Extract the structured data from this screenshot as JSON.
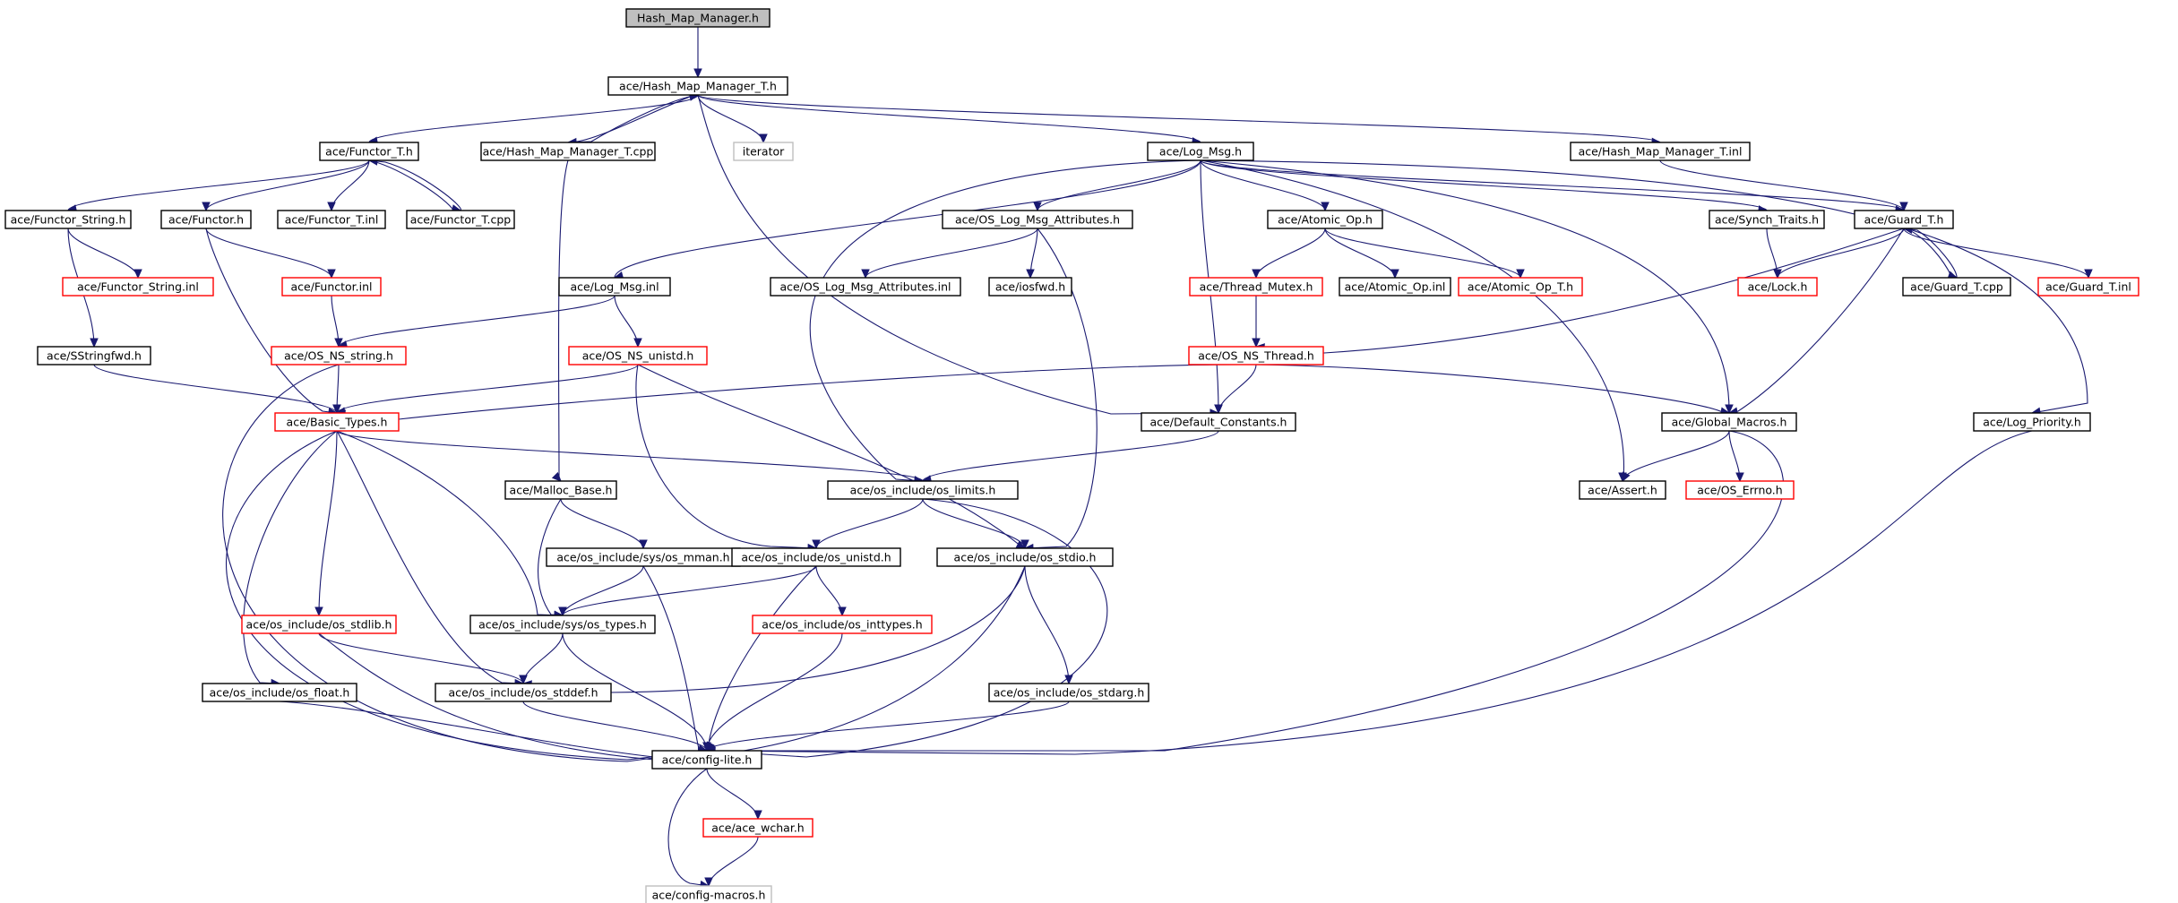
{
  "colors": {
    "edge": "#191970",
    "border_default": "#000000",
    "border_incomplete": "#ff0000",
    "border_external": "#bfbfbf",
    "root_fill": "#bfbfbf",
    "fill": "#ffffff"
  },
  "nodes": [
    {
      "id": "root",
      "label": "Hash_Map_Manager.h",
      "style": "root"
    },
    {
      "id": "hmmt",
      "label": "ace/Hash_Map_Manager_T.h",
      "style": "default"
    },
    {
      "id": "functor_t",
      "label": "ace/Functor_T.h",
      "style": "default"
    },
    {
      "id": "hmmt_cpp",
      "label": "ace/Hash_Map_Manager_T.cpp",
      "style": "default"
    },
    {
      "id": "iterator",
      "label": "iterator",
      "style": "external"
    },
    {
      "id": "log_msg",
      "label": "ace/Log_Msg.h",
      "style": "default"
    },
    {
      "id": "hmmt_inl",
      "label": "ace/Hash_Map_Manager_T.inl",
      "style": "default"
    },
    {
      "id": "functor_string",
      "label": "ace/Functor_String.h",
      "style": "default"
    },
    {
      "id": "functor",
      "label": "ace/Functor.h",
      "style": "default"
    },
    {
      "id": "functor_t_inl",
      "label": "ace/Functor_T.inl",
      "style": "default"
    },
    {
      "id": "functor_t_cpp",
      "label": "ace/Functor_T.cpp",
      "style": "default"
    },
    {
      "id": "os_lma",
      "label": "ace/OS_Log_Msg_Attributes.h",
      "style": "default"
    },
    {
      "id": "atomic_op",
      "label": "ace/Atomic_Op.h",
      "style": "default"
    },
    {
      "id": "synch_traits",
      "label": "ace/Synch_Traits.h",
      "style": "default"
    },
    {
      "id": "guard_t",
      "label": "ace/Guard_T.h",
      "style": "default"
    },
    {
      "id": "functor_string_inl",
      "label": "ace/Functor_String.inl",
      "style": "incomplete"
    },
    {
      "id": "functor_inl",
      "label": "ace/Functor.inl",
      "style": "incomplete"
    },
    {
      "id": "log_msg_inl",
      "label": "ace/Log_Msg.inl",
      "style": "default"
    },
    {
      "id": "os_lma_inl",
      "label": "ace/OS_Log_Msg_Attributes.inl",
      "style": "default"
    },
    {
      "id": "iosfwd",
      "label": "ace/iosfwd.h",
      "style": "default"
    },
    {
      "id": "thread_mutex",
      "label": "ace/Thread_Mutex.h",
      "style": "incomplete"
    },
    {
      "id": "atomic_op_inl",
      "label": "ace/Atomic_Op.inl",
      "style": "default"
    },
    {
      "id": "atomic_op_t",
      "label": "ace/Atomic_Op_T.h",
      "style": "incomplete"
    },
    {
      "id": "lock",
      "label": "ace/Lock.h",
      "style": "incomplete"
    },
    {
      "id": "guard_t_cpp",
      "label": "ace/Guard_T.cpp",
      "style": "default"
    },
    {
      "id": "guard_t_inl",
      "label": "ace/Guard_T.inl",
      "style": "incomplete"
    },
    {
      "id": "sstringfwd",
      "label": "ace/SStringfwd.h",
      "style": "default"
    },
    {
      "id": "os_ns_string",
      "label": "ace/OS_NS_string.h",
      "style": "incomplete"
    },
    {
      "id": "os_ns_unistd",
      "label": "ace/OS_NS_unistd.h",
      "style": "incomplete"
    },
    {
      "id": "os_ns_thread",
      "label": "ace/OS_NS_Thread.h",
      "style": "incomplete"
    },
    {
      "id": "basic_types",
      "label": "ace/Basic_Types.h",
      "style": "incomplete"
    },
    {
      "id": "default_constants",
      "label": "ace/Default_Constants.h",
      "style": "default"
    },
    {
      "id": "global_macros",
      "label": "ace/Global_Macros.h",
      "style": "default"
    },
    {
      "id": "log_priority",
      "label": "ace/Log_Priority.h",
      "style": "default"
    },
    {
      "id": "malloc_base",
      "label": "ace/Malloc_Base.h",
      "style": "default"
    },
    {
      "id": "os_limits",
      "label": "ace/os_include/os_limits.h",
      "style": "default"
    },
    {
      "id": "assert",
      "label": "ace/Assert.h",
      "style": "default"
    },
    {
      "id": "os_errno",
      "label": "ace/OS_Errno.h",
      "style": "incomplete"
    },
    {
      "id": "os_mman",
      "label": "ace/os_include/sys/os_mman.h",
      "style": "default"
    },
    {
      "id": "os_unistd",
      "label": "ace/os_include/os_unistd.h",
      "style": "default"
    },
    {
      "id": "os_stdio",
      "label": "ace/os_include/os_stdio.h",
      "style": "default"
    },
    {
      "id": "os_stdlib",
      "label": "ace/os_include/os_stdlib.h",
      "style": "incomplete"
    },
    {
      "id": "os_types",
      "label": "ace/os_include/sys/os_types.h",
      "style": "default"
    },
    {
      "id": "os_inttypes",
      "label": "ace/os_include/os_inttypes.h",
      "style": "incomplete"
    },
    {
      "id": "os_float",
      "label": "ace/os_include/os_float.h",
      "style": "default"
    },
    {
      "id": "os_stddef",
      "label": "ace/os_include/os_stddef.h",
      "style": "default"
    },
    {
      "id": "os_stdarg",
      "label": "ace/os_include/os_stdarg.h",
      "style": "default"
    },
    {
      "id": "config_lite",
      "label": "ace/config-lite.h",
      "style": "default"
    },
    {
      "id": "ace_wchar",
      "label": "ace/ace_wchar.h",
      "style": "incomplete"
    },
    {
      "id": "config_macros",
      "label": "ace/config-macros.h",
      "style": "external"
    }
  ],
  "edges": [
    [
      "root",
      "hmmt"
    ],
    [
      "hmmt",
      "functor_t"
    ],
    [
      "hmmt",
      "hmmt_cpp"
    ],
    [
      "hmmt",
      "iterator"
    ],
    [
      "hmmt",
      "log_msg"
    ],
    [
      "hmmt",
      "hmmt_inl"
    ],
    [
      "hmmt",
      "default_constants"
    ],
    [
      "hmmt_cpp",
      "hmmt"
    ],
    [
      "hmmt_cpp",
      "malloc_base"
    ],
    [
      "functor_t",
      "functor_string"
    ],
    [
      "functor_t",
      "functor"
    ],
    [
      "functor_t",
      "functor_t_inl"
    ],
    [
      "functor_t",
      "functor_t_cpp"
    ],
    [
      "functor_t_cpp",
      "functor_t"
    ],
    [
      "functor_string",
      "functor_string_inl"
    ],
    [
      "functor_string",
      "sstringfwd"
    ],
    [
      "functor",
      "functor_inl"
    ],
    [
      "functor",
      "basic_types"
    ],
    [
      "functor_inl",
      "os_ns_string"
    ],
    [
      "sstringfwd",
      "basic_types"
    ],
    [
      "log_msg",
      "log_msg_inl"
    ],
    [
      "log_msg",
      "os_lma"
    ],
    [
      "log_msg",
      "atomic_op"
    ],
    [
      "log_msg",
      "synch_traits"
    ],
    [
      "log_msg",
      "guard_t"
    ],
    [
      "log_msg",
      "default_constants"
    ],
    [
      "log_msg",
      "global_macros"
    ],
    [
      "log_msg",
      "assert"
    ],
    [
      "log_msg",
      "log_priority"
    ],
    [
      "log_msg",
      "os_limits"
    ],
    [
      "os_lma",
      "os_lma_inl"
    ],
    [
      "os_lma",
      "iosfwd"
    ],
    [
      "os_lma",
      "os_stdio"
    ],
    [
      "atomic_op",
      "thread_mutex"
    ],
    [
      "atomic_op",
      "atomic_op_inl"
    ],
    [
      "atomic_op",
      "atomic_op_t"
    ],
    [
      "synch_traits",
      "lock"
    ],
    [
      "hmmt_inl",
      "guard_t"
    ],
    [
      "guard_t",
      "lock"
    ],
    [
      "guard_t",
      "guard_t_cpp"
    ],
    [
      "guard_t",
      "guard_t_inl"
    ],
    [
      "guard_t",
      "os_ns_thread"
    ],
    [
      "guard_t",
      "global_macros"
    ],
    [
      "guard_t_cpp",
      "guard_t"
    ],
    [
      "log_msg_inl",
      "os_ns_string"
    ],
    [
      "log_msg_inl",
      "os_ns_unistd"
    ],
    [
      "thread_mutex",
      "os_ns_thread"
    ],
    [
      "os_ns_thread",
      "basic_types"
    ],
    [
      "os_ns_thread",
      "default_constants"
    ],
    [
      "os_ns_thread",
      "global_macros"
    ],
    [
      "os_ns_string",
      "basic_types"
    ],
    [
      "os_ns_string",
      "config_lite"
    ],
    [
      "os_ns_unistd",
      "basic_types"
    ],
    [
      "os_ns_unistd",
      "os_unistd"
    ],
    [
      "os_ns_unistd",
      "os_stdio"
    ],
    [
      "basic_types",
      "os_limits"
    ],
    [
      "basic_types",
      "os_stdlib"
    ],
    [
      "basic_types",
      "os_float"
    ],
    [
      "basic_types",
      "os_stddef"
    ],
    [
      "basic_types",
      "os_types"
    ],
    [
      "basic_types",
      "config_lite"
    ],
    [
      "default_constants",
      "os_limits"
    ],
    [
      "global_macros",
      "assert"
    ],
    [
      "global_macros",
      "os_errno"
    ],
    [
      "global_macros",
      "config_lite"
    ],
    [
      "log_priority",
      "config_lite"
    ],
    [
      "malloc_base",
      "os_mman"
    ],
    [
      "malloc_base",
      "os_types"
    ],
    [
      "os_limits",
      "os_unistd"
    ],
    [
      "os_limits",
      "os_stdio"
    ],
    [
      "os_limits",
      "config_lite"
    ],
    [
      "os_mman",
      "os_types"
    ],
    [
      "os_mman",
      "config_lite"
    ],
    [
      "os_unistd",
      "os_types"
    ],
    [
      "os_unistd",
      "os_inttypes"
    ],
    [
      "os_unistd",
      "config_lite"
    ],
    [
      "os_stdio",
      "os_stddef"
    ],
    [
      "os_stdio",
      "os_stdarg"
    ],
    [
      "os_stdio",
      "config_lite"
    ],
    [
      "os_stdlib",
      "os_stddef"
    ],
    [
      "os_stdlib",
      "config_lite"
    ],
    [
      "os_types",
      "os_stddef"
    ],
    [
      "os_types",
      "config_lite"
    ],
    [
      "os_inttypes",
      "config_lite"
    ],
    [
      "os_float",
      "config_lite"
    ],
    [
      "os_stddef",
      "config_lite"
    ],
    [
      "os_stdarg",
      "config_lite"
    ],
    [
      "config_lite",
      "ace_wchar"
    ],
    [
      "config_lite",
      "config_macros"
    ],
    [
      "ace_wchar",
      "config_macros"
    ]
  ]
}
